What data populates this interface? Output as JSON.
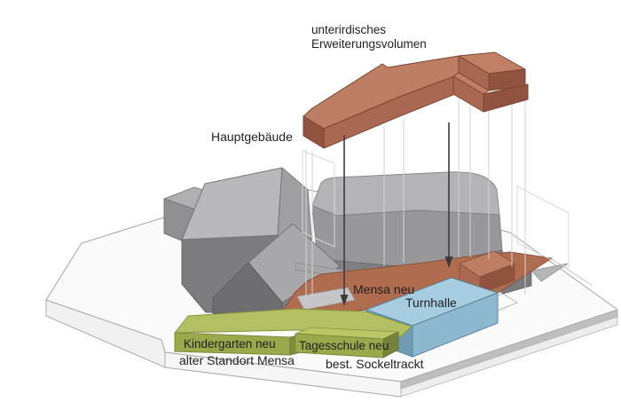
{
  "diagram": {
    "type": "architectural-massing-axonometric",
    "labels": {
      "underground_line1": "unterirdisches",
      "underground_line2": "Erweiterungsvolumen",
      "main_building": "Hauptgebäude",
      "mensa_new": "Mensa neu",
      "gym_hall": "Turnhalle",
      "kindergarten_new": "Kindergarten neu",
      "day_school_new": "Tagesschule neu",
      "old_mensa_site": "alter Standort Mensa",
      "existing_base_wing": "best. Sockeltrackt"
    },
    "colors": {
      "volume_brown_top": "#bd7e63",
      "volume_brown_front": "#a96852",
      "volume_brown_side": "#8f5340",
      "mensa_ground": "#b06c4f",
      "green_top": "#b2bf63",
      "green_front": "#9aa94c",
      "green_side": "#7f8c3e",
      "blue_top": "#a9cde0",
      "blue_front": "#8db8cf",
      "blue_side": "#6f9cb4",
      "gray_roof_light": "#b9b9bb",
      "gray_roof_mid": "#a2a2a4",
      "gray_wall_dark": "#7c7c7f",
      "plate_top": "#fbfbfb",
      "text": "#1f1f1f"
    }
  }
}
